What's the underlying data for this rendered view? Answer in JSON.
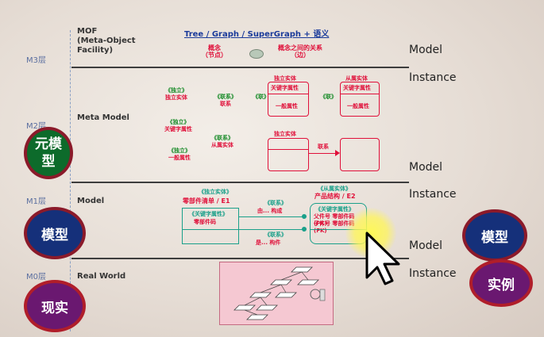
{
  "levels": {
    "m3": {
      "tag": "M3层",
      "name": [
        "MOF",
        "(Meta-Object",
        "Facility)"
      ]
    },
    "m2": {
      "tag": "M2层",
      "name": "Meta Model"
    },
    "m1": {
      "tag": "M1层",
      "name": "Model"
    },
    "m0": {
      "tag": "M0层",
      "name": "Real World"
    }
  },
  "top": {
    "title": "Tree / Graph / SuperGraph + 语义",
    "concept": [
      "概念",
      "（节点）"
    ],
    "relation": [
      "概念之间的关系",
      "（边）"
    ]
  },
  "right_labels": {
    "model1": "Model",
    "instance1": "Instance",
    "model2": "Model",
    "instance2": "Instance",
    "model3": "Model",
    "instance3": "Instance"
  },
  "badges": {
    "meta": [
      "元模",
      "型"
    ],
    "model_left": "模型",
    "reality": "现实",
    "model_right": "模型",
    "instance_right": "实例"
  },
  "m2": {
    "left_tags": [
      {
        "tag": "《独立》",
        "label": "独立实体"
      },
      {
        "tag": "《联系》",
        "label": "联系"
      },
      {
        "tag": "《独立》",
        "label": "关键字属性"
      },
      {
        "tag": "《联系》",
        "label": "从属实体"
      },
      {
        "tag": "《独立》",
        "label": "一般属性"
      }
    ],
    "box1": {
      "head": "独立实体",
      "key": "关键字属性",
      "attr": "一般属性"
    },
    "box2": {
      "head": "从属实体",
      "key": "关键字属性",
      "attr": "一般属性"
    },
    "box3": {
      "head": "独立实体"
    },
    "link": "联系",
    "connectors": [
      "《联》",
      "《联》"
    ]
  },
  "m1": {
    "left_stereo": "《独立实体》",
    "left_head": "零部件清单 / E1",
    "left_key_tag": "《关键字属性》",
    "left_key": "零部件码",
    "right_stereo": "《从属实体》",
    "right_head": "产品结构 / E2",
    "right_key_tag": "《关键字属性》",
    "right_rows": [
      "父件号 零部件码(FK)",
      "子件号 零部件码(FK)"
    ],
    "link1_tag": "《联系》",
    "link1": "由... 构成",
    "link2_tag": "《联系》",
    "link2": "是... 构件"
  }
}
